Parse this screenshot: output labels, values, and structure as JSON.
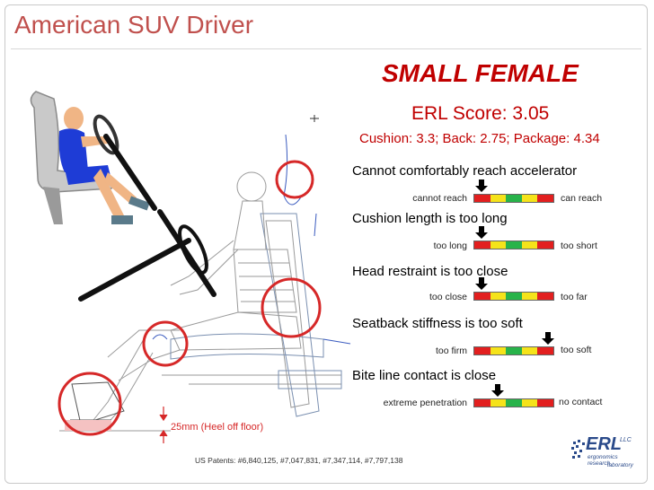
{
  "slide": {
    "title": "American SUV Driver",
    "subject": "SMALL FEMALE",
    "score": "ERL Score: 3.05",
    "breakdown": "Cushion: 3.3; Back: 2.75; Package: 4.34",
    "heel_note": "25mm (Heel off floor)",
    "patents": "US Patents: #6,840,125, #7,047,831, #7,347,114, #7,797,138",
    "logo": {
      "brand": "ERL",
      "suffix": "LLC",
      "line1": "ergonomics research",
      "line2": "laboratory"
    }
  },
  "findings": [
    {
      "heading": "Cannot comfortably reach accelerator",
      "left": "cannot reach",
      "right": "can reach",
      "level": 0.1
    },
    {
      "heading": "Cushion length is too long",
      "left": "too long",
      "right": "too short",
      "level": 0.1
    },
    {
      "heading": "Head restraint is too close",
      "left": "too close",
      "right": "too far",
      "level": 0.1
    },
    {
      "heading": "Seatback stiffness is too soft",
      "left": "too firm",
      "right": "too soft",
      "level": 0.92
    },
    {
      "heading": "Bite line contact is close",
      "left": "extreme penetration",
      "right": "no contact",
      "level": 0.3
    }
  ],
  "colors": {
    "title": "#c0504d",
    "accent": "#c00000",
    "scale_red": "#e21f1f",
    "scale_yellow": "#f5e31a",
    "scale_green": "#28b34a",
    "highlight_circle": "#d62828"
  },
  "icons": [
    "driver-figure",
    "steering-wheel",
    "seat-drawing",
    "highlight-circle",
    "pointer-arrow",
    "erl-logo"
  ]
}
